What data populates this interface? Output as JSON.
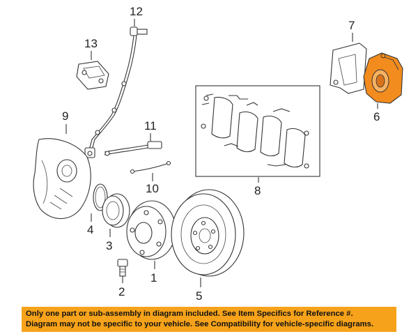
{
  "callouts": {
    "c1": "1",
    "c2": "2",
    "c3": "3",
    "c4": "4",
    "c5": "5",
    "c6": "6",
    "c7": "7",
    "c8": "8",
    "c9": "9",
    "c10": "10",
    "c11": "11",
    "c12": "12",
    "c13": "13"
  },
  "colors": {
    "highlight": "#f28c1e",
    "banner": "#f6a21a",
    "line": "#333333"
  },
  "banner": {
    "line1": "Only one part or sub-assembly in diagram included. See Item Specifics for Reference #.",
    "line2": "Diagram may not be specific to your vehicle. See Compatibility for vehicle-specific diagrams."
  }
}
